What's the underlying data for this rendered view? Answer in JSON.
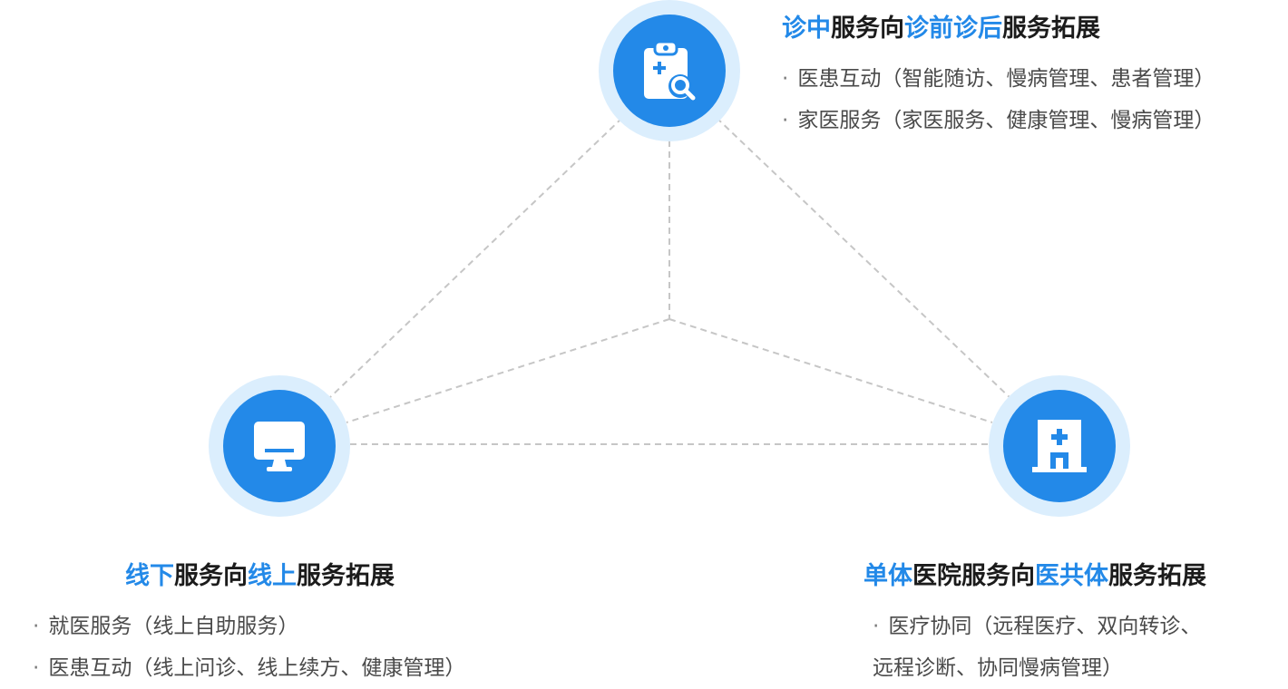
{
  "top": {
    "title": [
      {
        "text": "诊中",
        "hl": true
      },
      {
        "text": "服务向",
        "hl": false
      },
      {
        "text": "诊前诊后",
        "hl": true
      },
      {
        "text": "服务拓展",
        "hl": false
      }
    ],
    "items": [
      "医患互动（智能随访、慢病管理、患者管理）",
      "家医服务（家医服务、健康管理、慢病管理）"
    ],
    "icon": "clipboard-search-icon"
  },
  "left": {
    "title": [
      {
        "text": "线下",
        "hl": true
      },
      {
        "text": "服务向",
        "hl": false
      },
      {
        "text": "线上",
        "hl": true
      },
      {
        "text": "服务拓展",
        "hl": false
      }
    ],
    "items": [
      "就医服务（线上自助服务）",
      "医患互动（线上问诊、线上续方、健康管理）"
    ],
    "icon": "monitor-icon"
  },
  "right": {
    "title": [
      {
        "text": "单体",
        "hl": true
      },
      {
        "text": "医院服务向",
        "hl": false
      },
      {
        "text": "医共体",
        "hl": true
      },
      {
        "text": "服务拓展",
        "hl": false
      }
    ],
    "items_line1": "医疗协同（远程医疗、双向转诊、",
    "items_line2": "远程诊断、协同慢病管理）",
    "icon": "hospital-icon"
  },
  "colors": {
    "accent": "#2389e8",
    "halo": "#dbeefd",
    "line": "#c8c8c8"
  }
}
